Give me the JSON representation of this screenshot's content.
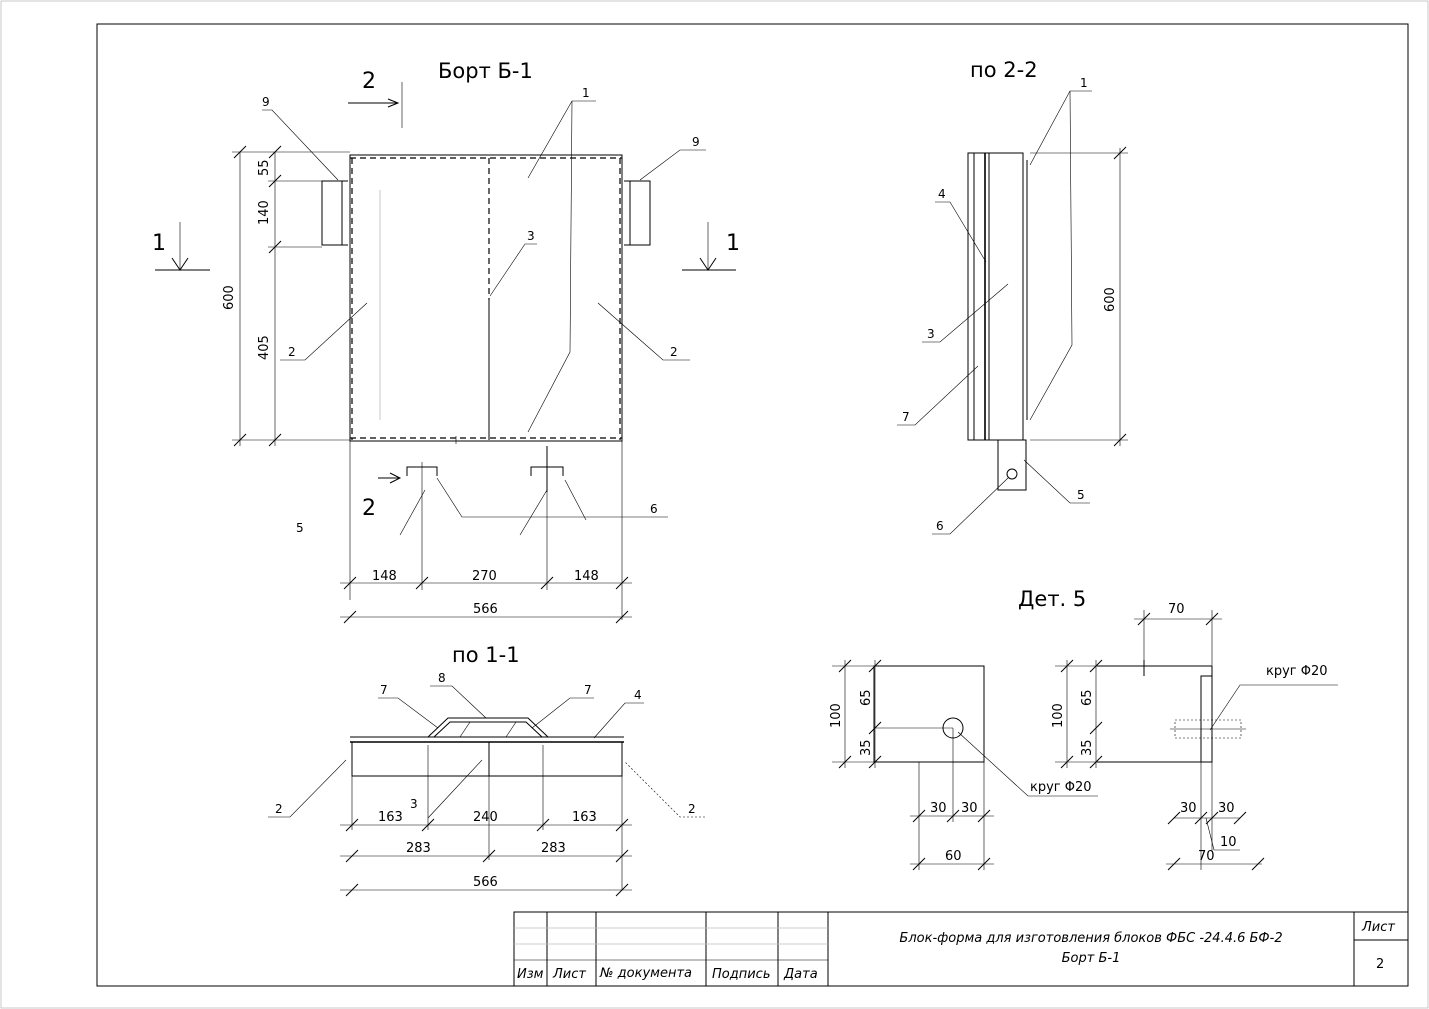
{
  "views": {
    "bort": {
      "title": "Борт Б-1",
      "section_mark": "2",
      "section_mark_bottom": "2",
      "cut_left": "1",
      "cut_right": "1",
      "dims": {
        "d55": "55",
        "d140": "140",
        "d405": "405",
        "d600": "600",
        "d148a": "148",
        "d270": "270",
        "d148b": "148",
        "d566": "566"
      },
      "labels": {
        "p9a": "9",
        "p9b": "9",
        "p1": "1",
        "p3": "3",
        "p2a": "2",
        "p2b": "2",
        "p6": "6",
        "p5": "5"
      }
    },
    "section22": {
      "title": "по 2-2",
      "dims": {
        "d600": "600"
      },
      "labels": {
        "p1": "1",
        "p4": "4",
        "p3": "3",
        "p7": "7",
        "p5": "5",
        "p6": "6"
      }
    },
    "section11": {
      "title": "по 1-1",
      "dims": {
        "d163a": "163",
        "d240": "240",
        "d163b": "163",
        "d283a": "283",
        "d283b": "283",
        "d566": "566"
      },
      "labels": {
        "p7a": "7",
        "p8": "8",
        "p7b": "7",
        "p4": "4",
        "p2a": "2",
        "p2b": "2",
        "p3": "3"
      }
    },
    "detail5": {
      "title": "Дет. 5",
      "dims": {
        "d100a": "100",
        "d65a": "65",
        "d35a": "35",
        "d30a": "30",
        "d30b": "30",
        "d60": "60",
        "d100b": "100",
        "d65b": "65",
        "d35b": "35",
        "d70top": "70",
        "d30c": "30",
        "d30d": "30",
        "d10": "10",
        "d70bot": "70"
      },
      "circle_label_a": "круг Φ20",
      "circle_label_b": "круг Φ20"
    }
  },
  "title_block": {
    "col_izm": "Изм",
    "col_list": "Лист",
    "col_doc": "№ документа",
    "col_sign": "Подпись",
    "col_date": "Дата",
    "title_line1": "Блок-форма для изготовления блоков ФБС -24.4.6 БФ-2",
    "title_line2": "Борт Б-1",
    "sheet_label": "Лист",
    "sheet_number": "2"
  }
}
